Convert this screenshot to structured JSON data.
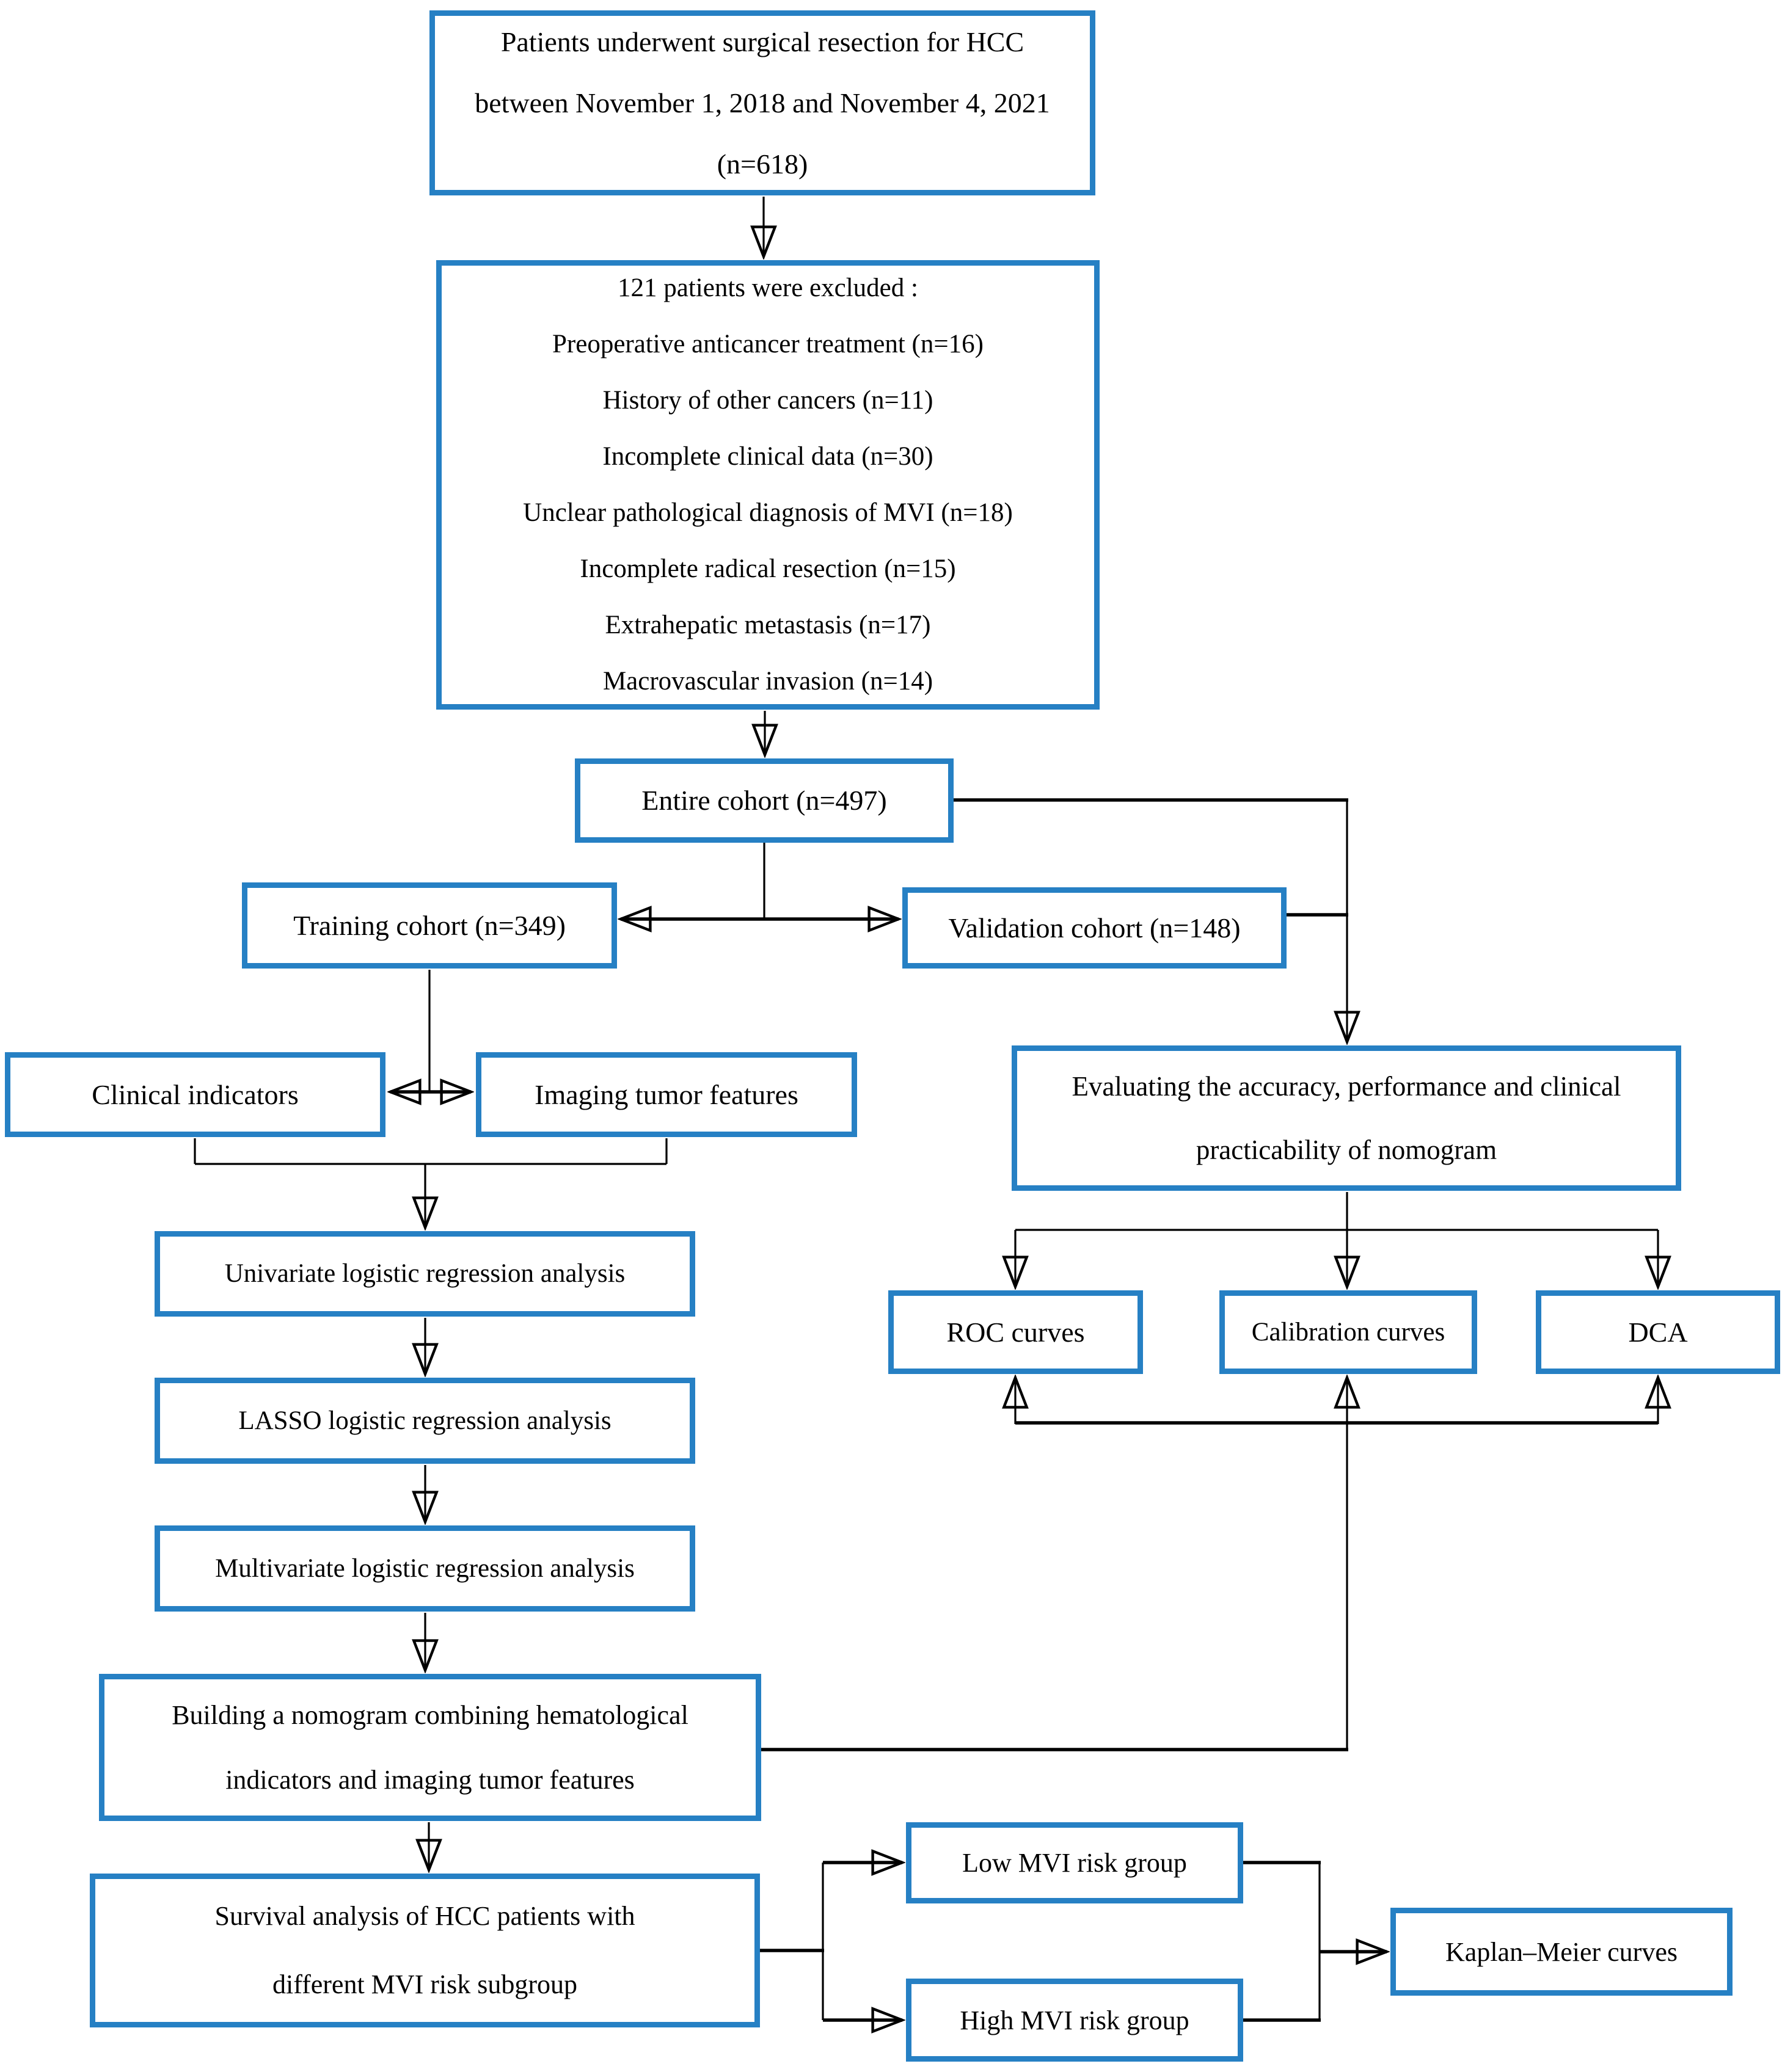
{
  "figure": {
    "type": "flowchart",
    "accent_border_color": "#2680c4",
    "connector_color": "#000000",
    "background_color": "#ffffff"
  },
  "nodes": {
    "patients": "Patients underwent surgical resection for HCC\nbetween November 1, 2018 and November 4, 2021\n(n=618)",
    "excluded": "121 patients were excluded :\nPreoperative anticancer treatment (n=16)\nHistory of other cancers (n=11)\nIncomplete clinical data (n=30)\nUnclear pathological diagnosis of MVI (n=18)\nIncomplete radical resection (n=15)\nExtrahepatic metastasis (n=17)\nMacrovascular invasion (n=14)",
    "entire_cohort": "Entire cohort (n=497)",
    "training_cohort": "Training cohort (n=349)",
    "validation_cohort": "Validation cohort (n=148)",
    "clinical_indicators": "Clinical indicators",
    "imaging_features": "Imaging tumor features",
    "evaluating": "Evaluating the accuracy, performance and clinical\npracticability of nomogram",
    "univariate": "Univariate logistic regression analysis",
    "roc": "ROC curves",
    "calibration": "Calibration curves",
    "dca": "DCA",
    "lasso": "LASSO logistic regression analysis",
    "multivariate": "Multivariate logistic regression analysis",
    "building": "Building a nomogram combining hematological\nindicators and imaging tumor features",
    "survival": "Survival analysis of HCC patients with\ndifferent MVI risk subgroup",
    "low_risk": "Low MVI risk group",
    "high_risk": "High MVI risk group",
    "km": "Kaplan–Meier curves"
  }
}
